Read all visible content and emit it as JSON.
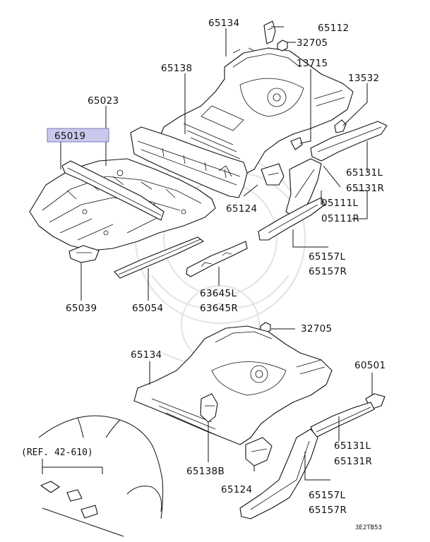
{
  "labels": {
    "p65134_top": "65134",
    "p65112": "65112",
    "p32705_top": "32705",
    "p65138": "65138",
    "p13715": "13715",
    "p13532": "13532",
    "p65023": "65023",
    "p65019": "65019",
    "p65131L_top": "65131L",
    "p65131R_top": "65131R",
    "p05111L": "05111L",
    "p05111R": "05111R",
    "p65124_top": "65124",
    "p65157L_top": "65157L",
    "p65157R_top": "65157R",
    "p63645L": "63645L",
    "p63645R": "63645R",
    "p65039": "65039",
    "p65054": "65054",
    "p32705_bottom": "32705",
    "p65134_bottom": "65134",
    "p60501": "60501",
    "p65131L_bottom": "65131L",
    "p65131R_bottom": "65131R",
    "p65138B": "65138B",
    "p65124_bottom": "65124",
    "p65157L_bottom": "65157L",
    "p65157R_bottom": "65157R",
    "ref": "(REF. 42-610)",
    "code": "3E2TB53"
  }
}
